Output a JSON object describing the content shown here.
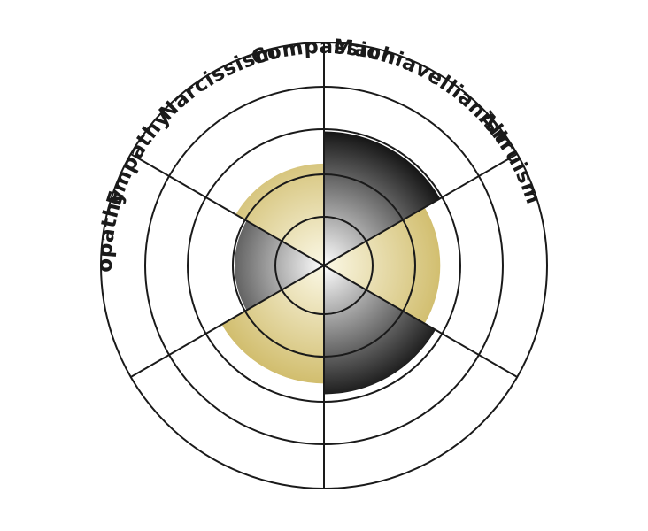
{
  "diagram": {
    "segments": [
      {
        "label": "Narcissism",
        "level": 0.75,
        "fill": "dark"
      },
      {
        "label": "Compassion",
        "level": 0.65,
        "fill": "gold"
      },
      {
        "label": "Machiavellianism",
        "level": 0.72,
        "fill": "dark"
      },
      {
        "label": "Altruism",
        "level": 0.66,
        "fill": "gold"
      },
      {
        "label": "Psychopathy",
        "level": 0.5,
        "fill": "dark"
      },
      {
        "label": "Empathy",
        "level": 0.57,
        "fill": "gold"
      }
    ],
    "colors": {
      "dark_outer": "#080808",
      "dark_inner": "#ffffff",
      "gold_outer": "#c9b256",
      "gold_inner": "#fbf8e6",
      "stroke": "#1a1a1a"
    }
  }
}
